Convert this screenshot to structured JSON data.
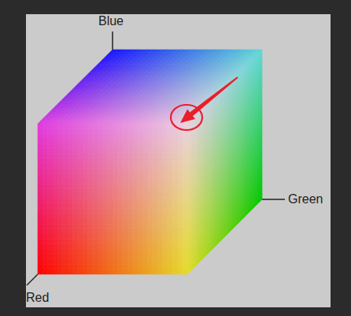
{
  "diagram": {
    "labels": [
      "Blue",
      "Green",
      "Red"
    ]
  }
}
